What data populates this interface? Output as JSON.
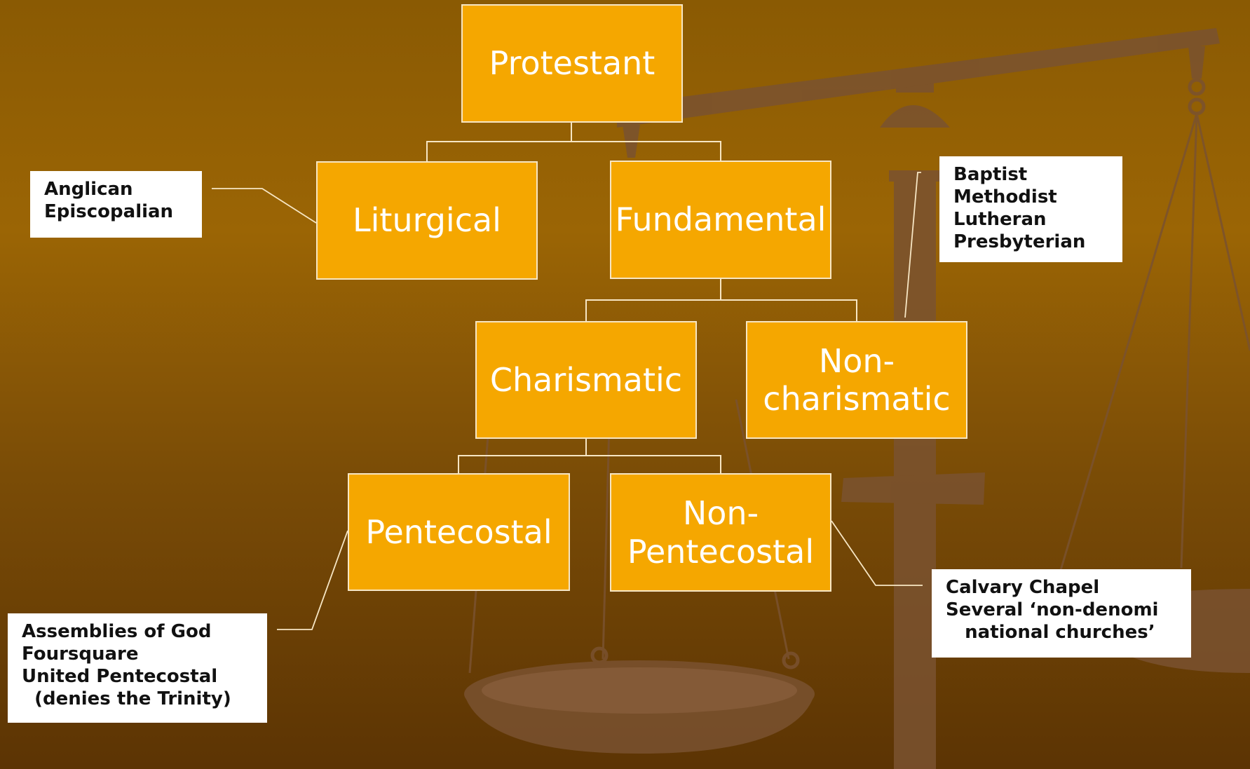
{
  "colors": {
    "node_fill": "#f5a700",
    "node_border": "#f7e6c4",
    "node_text": "#ffffff",
    "note_fill": "#ffffff",
    "note_text": "#111111",
    "background_top": "#8a5a03",
    "background_bottom": "#5c3404",
    "scale_color": "#7a5230"
  },
  "decoration": "balance-scale",
  "nodes": {
    "protestant": "Protestant",
    "liturgical": "Liturgical",
    "fundamental": "Fundamental",
    "charismatic": "Charismatic",
    "non_charismatic": "Non-\ncharismatic",
    "pentecostal": "Pentecostal",
    "non_pentecostal": "Non-\nPentecostal"
  },
  "notes": {
    "liturgical": [
      "Anglican",
      "Episcopalian"
    ],
    "non_charismatic": [
      "Baptist",
      "Methodist",
      "Lutheran",
      "Presbyterian"
    ],
    "non_pentecostal": [
      "Calvary Chapel",
      "Several ‘non-denomi",
      "   national churches’"
    ],
    "pentecostal": [
      "Assemblies of God",
      "Foursquare",
      "United Pentecostal",
      "  (denies the Trinity)"
    ]
  }
}
